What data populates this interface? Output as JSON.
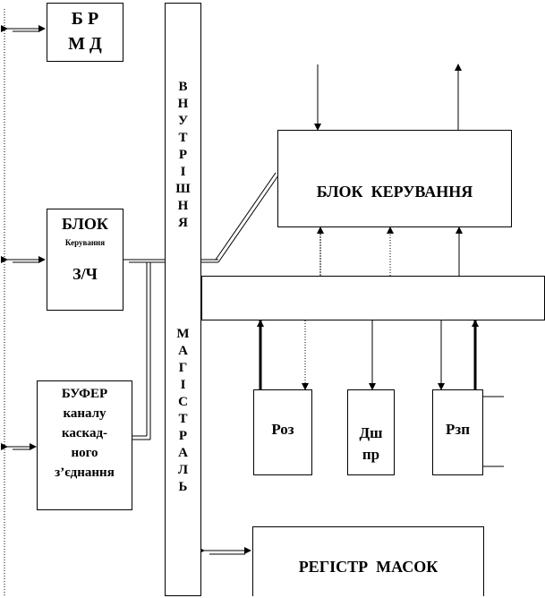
{
  "blocks": {
    "brmd": {
      "line1": "Б Р",
      "line2": "М Д"
    },
    "control_rw": {
      "title": "БЛОК",
      "subtitle": "Керування",
      "code": "З/Ч"
    },
    "buffer": {
      "line1": "БУФЕР",
      "line2": "каналу",
      "line3": "каскад-",
      "line4": "ного",
      "line5": "з’єднання"
    },
    "control_unit": {
      "label": "БЛОК  КЕРУВАННЯ"
    },
    "roz": {
      "label": "Роз"
    },
    "dshpr": {
      "line1": "Дш",
      "line2": "пр"
    },
    "rzp": {
      "label": "Рзп"
    },
    "mask_register": {
      "label": "РЕГІСТР  МАСОК"
    }
  },
  "bus": {
    "top_letters": [
      "В",
      "Н",
      "У",
      "Т",
      "Р",
      "І",
      "Ш",
      "Н",
      "Я"
    ],
    "bottom_letters": [
      "М",
      "А",
      "Г",
      "І",
      "С",
      "Т",
      "Р",
      "А",
      "Л",
      "Ь"
    ]
  }
}
